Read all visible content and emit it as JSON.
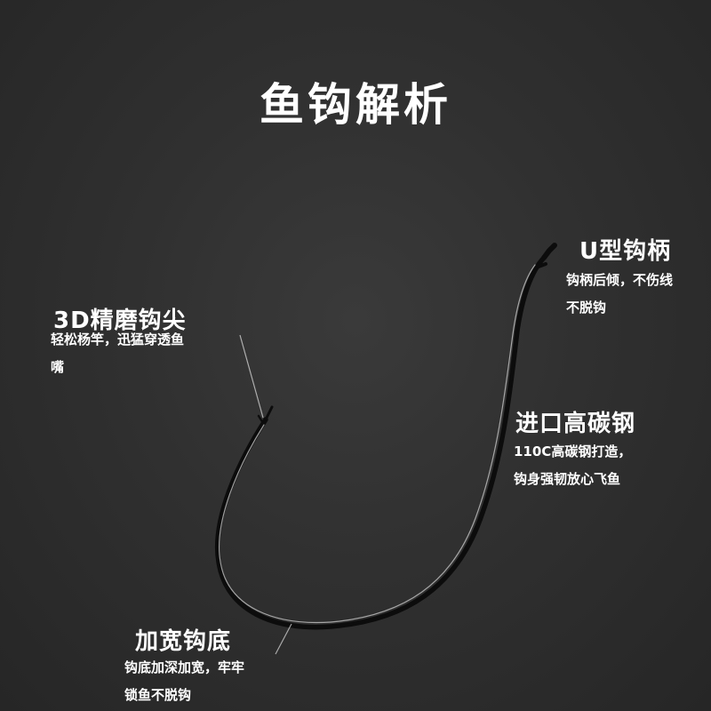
{
  "title": "鱼钩解析",
  "callouts": {
    "shank": {
      "heading": "U型钩柄",
      "line1": "钩柄后倾，不伤线",
      "line2": "不脱钩"
    },
    "point": {
      "heading": "3D精磨钩尖",
      "line1": "轻松杨竿，迅猛穿透鱼",
      "line2": "嘴"
    },
    "steel": {
      "heading": "进口高碳钢",
      "line1": "110C高碳钢打造，",
      "line2": "钩身强韧放心飞鱼"
    },
    "bend": {
      "heading": "加宽钩底",
      "line1": "钩底加深加宽，牢牢",
      "line2": "锁鱼不脱钩"
    }
  },
  "colors": {
    "background": "#2e2e2e",
    "text": "#ffffff",
    "hook": "#0c0c0c",
    "hook_highlight": "#cfcfcf"
  }
}
